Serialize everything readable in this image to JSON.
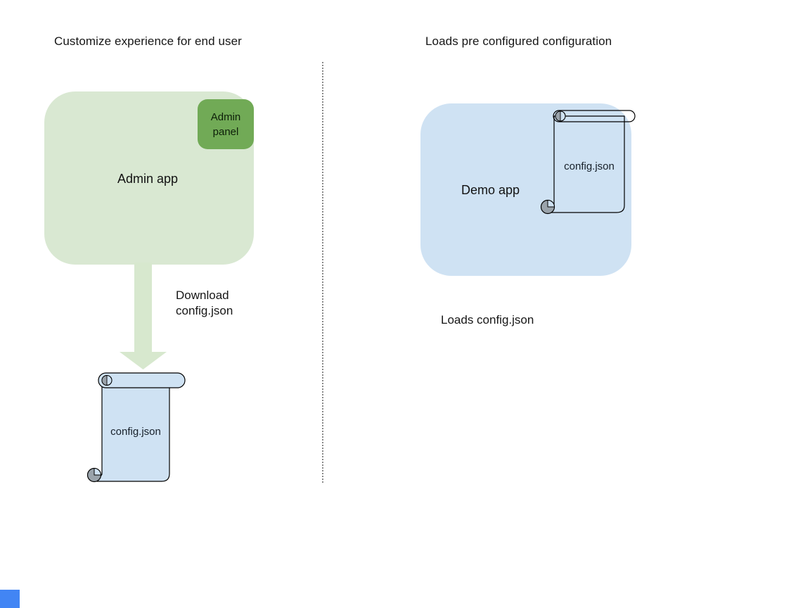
{
  "left_section": {
    "title": "Customize experience for end user",
    "admin_app_label": "Admin app",
    "admin_panel_label": "Admin panel",
    "download_label_lines": [
      "Download",
      "config.json"
    ],
    "config_file_label": "config.json"
  },
  "right_section": {
    "title": "Loads pre configured configuration",
    "demo_app_label": "Demo app",
    "config_file_label": "config.json",
    "caption": "Loads config.json"
  },
  "colors": {
    "admin_app_fill": "#d9e8d2",
    "admin_panel_fill": "#71aa56",
    "download_arrow_fill": "#d7e8ce",
    "config_file_fill": "#cfe2f3",
    "demo_app_fill": "#cfe2f3",
    "scroll_curl_fill": "#9aa3ab",
    "shape_outline": "#000000",
    "divider_color": "#8a8a8a",
    "corner_marker_color": "#4285f4"
  }
}
